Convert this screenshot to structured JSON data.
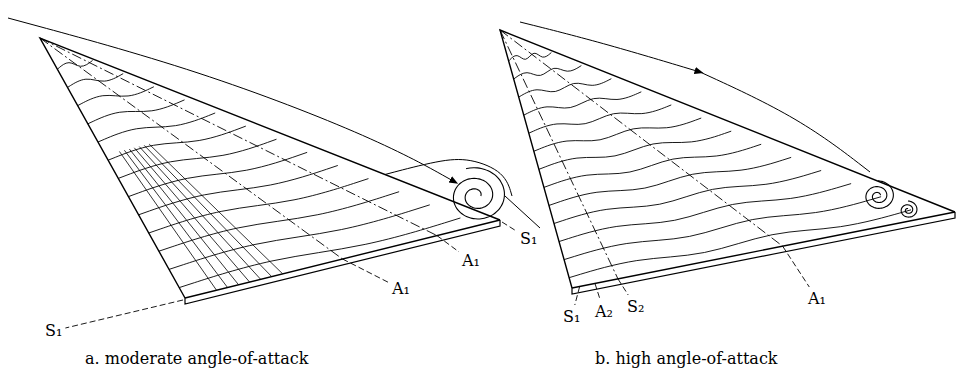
{
  "diagram": {
    "labels": [
      "S₁",
      "A₁",
      "A₁",
      "S₁",
      "S₁",
      "A₂",
      "S₂",
      "A₁",
      "a.   moderate angle-of-attack",
      "b.   high angle-of-attack"
    ]
  }
}
